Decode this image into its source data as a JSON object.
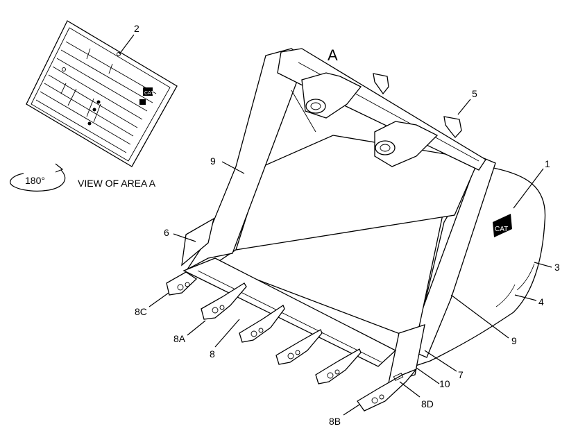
{
  "area_marker": "A",
  "plate_view": {
    "rotation_text": "180°",
    "view_label": "VIEW OF AREA A"
  },
  "callouts": {
    "c1": "1",
    "c2": "2",
    "c3": "3",
    "c4": "4",
    "c5": "5",
    "c6": "6",
    "c7": "7",
    "c8": "8",
    "c8a": "8A",
    "c8b": "8B",
    "c8c": "8C",
    "c8d": "8D",
    "c9_left": "9",
    "c9_right": "9",
    "c10": "10"
  },
  "logos": {
    "side_logo": "CAT",
    "plate_logo": "CAT"
  }
}
